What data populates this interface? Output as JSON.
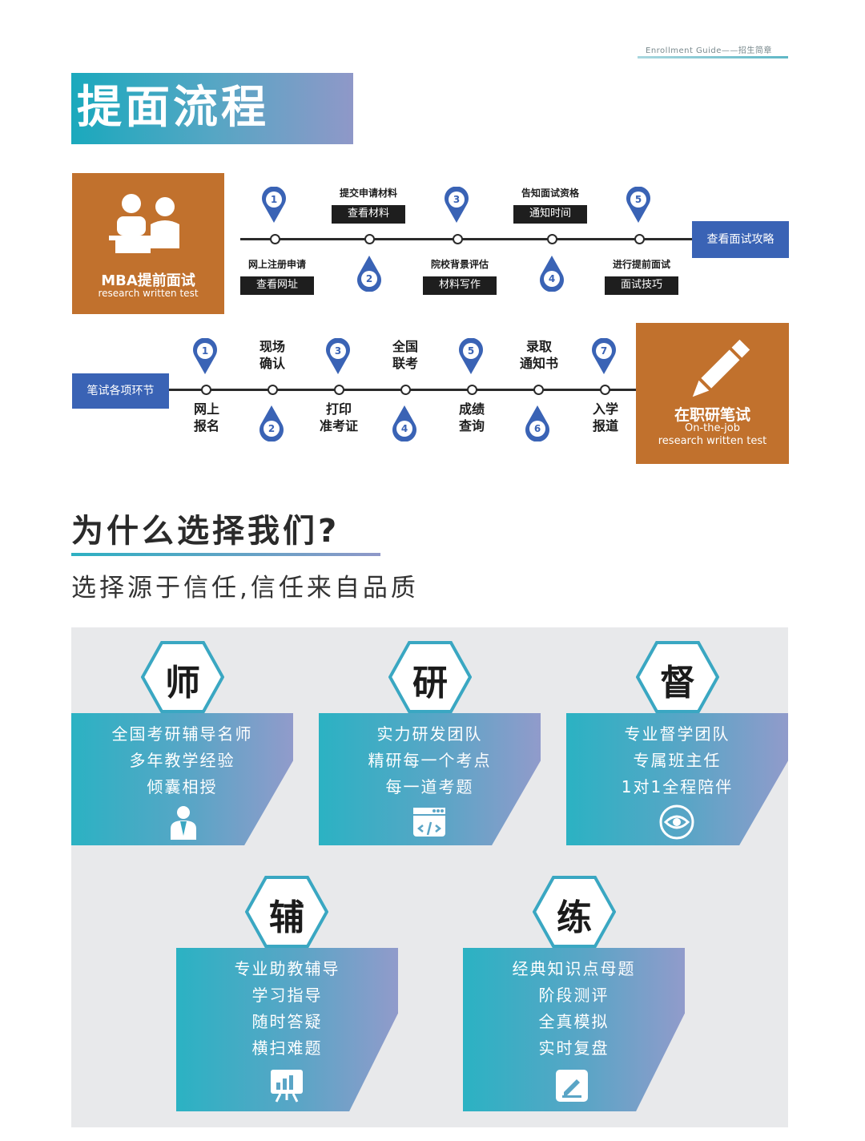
{
  "header": {
    "guide": "Enrollment Guide——招生简章",
    "title": "提面流程"
  },
  "flow1": {
    "box_title": "MBA提前面试",
    "box_sub": "research written test",
    "end_button": "查看面试攻略",
    "steps": [
      {
        "num": "1",
        "label": "网上注册申请",
        "button": "查看网址"
      },
      {
        "num": "2",
        "label": "提交申请材料",
        "button": "查看材料"
      },
      {
        "num": "3",
        "label": "院校背景评估",
        "button": "材料写作"
      },
      {
        "num": "4",
        "label": "告知面试资格",
        "button": "通知时间"
      },
      {
        "num": "5",
        "label": "进行提前面试",
        "button": "面试技巧"
      }
    ]
  },
  "flow2": {
    "start_button": "笔试各项环节",
    "box_title": "在职研笔试",
    "box_sub1": "On-the-job",
    "box_sub2": "research written test",
    "steps": [
      {
        "num": "1",
        "l1": "网上",
        "l2": "报名"
      },
      {
        "num": "2",
        "l1": "现场",
        "l2": "确认"
      },
      {
        "num": "3",
        "l1": "打印",
        "l2": "准考证"
      },
      {
        "num": "4",
        "l1": "全国",
        "l2": "联考"
      },
      {
        "num": "5",
        "l1": "成绩",
        "l2": "查询"
      },
      {
        "num": "6",
        "l1": "录取",
        "l2": "通知书"
      },
      {
        "num": "7",
        "l1": "入学",
        "l2": "报道"
      }
    ]
  },
  "why": {
    "title": "为什么选择我们?",
    "subtitle": "选择源于信任,信任来自品质",
    "cards": [
      {
        "char": "师",
        "lines": [
          "全国考研辅导名师",
          "多年教学经验",
          "倾囊相授"
        ],
        "icon": "teacher-icon"
      },
      {
        "char": "研",
        "lines": [
          "实力研发团队",
          "精研每一个考点",
          "每一道考题"
        ],
        "icon": "code-window-icon"
      },
      {
        "char": "督",
        "lines": [
          "专业督学团队",
          "专属班主任",
          "1对1全程陪伴"
        ],
        "icon": "eye-icon"
      },
      {
        "char": "辅",
        "lines": [
          "专业助教辅导",
          "学习指导",
          "随时答疑",
          "横扫难题"
        ],
        "icon": "presentation-chart-icon"
      },
      {
        "char": "练",
        "lines": [
          "经典知识点母题",
          "阶段测评",
          "全真模拟",
          "实时复盘"
        ],
        "icon": "edit-document-icon"
      }
    ]
  },
  "colors": {
    "teal": "#1aa9bd",
    "lavender": "#8f98c8",
    "orange": "#c1712d",
    "blue": "#3a63b5"
  }
}
